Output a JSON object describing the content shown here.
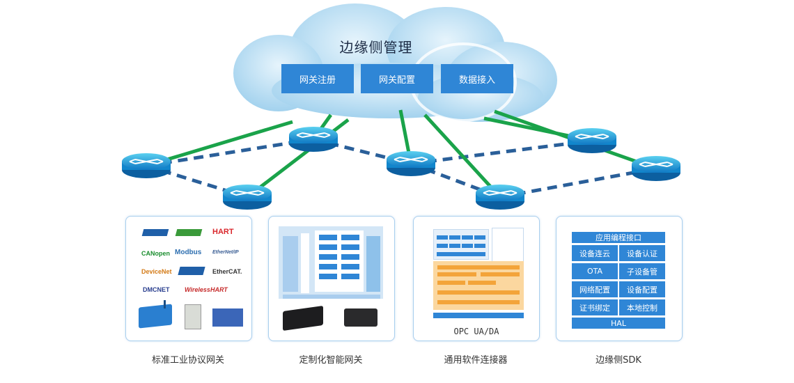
{
  "cloud": {
    "title": "边缘侧管理",
    "buttons": [
      "网关注册",
      "网关配置",
      "数据接入"
    ]
  },
  "panels": [
    {
      "caption": "标准工业协议网关",
      "logos": [
        "CANopen",
        "Modbus",
        "DeviceNet",
        "EtherCAT.",
        "DMCNET",
        "WirelessHART",
        "HART",
        "EtherNet/IP"
      ]
    },
    {
      "caption": "定制化智能网关"
    },
    {
      "caption": "通用软件连接器",
      "label": "OPC UA/DA"
    },
    {
      "caption": "边缘侧SDK",
      "sdk": {
        "header": "应用编程接口",
        "cells": [
          "设备连云",
          "设备认证",
          "OTA",
          "子设备管",
          "网络配置",
          "设备配置",
          "证书绑定",
          "本地控制"
        ],
        "footer": "HAL"
      }
    }
  ],
  "colors": {
    "accent_blue": "#2f86d6",
    "link_green": "#1aa34a",
    "dash_blue": "#2a5f99",
    "cloud": "#a9d6f0"
  }
}
